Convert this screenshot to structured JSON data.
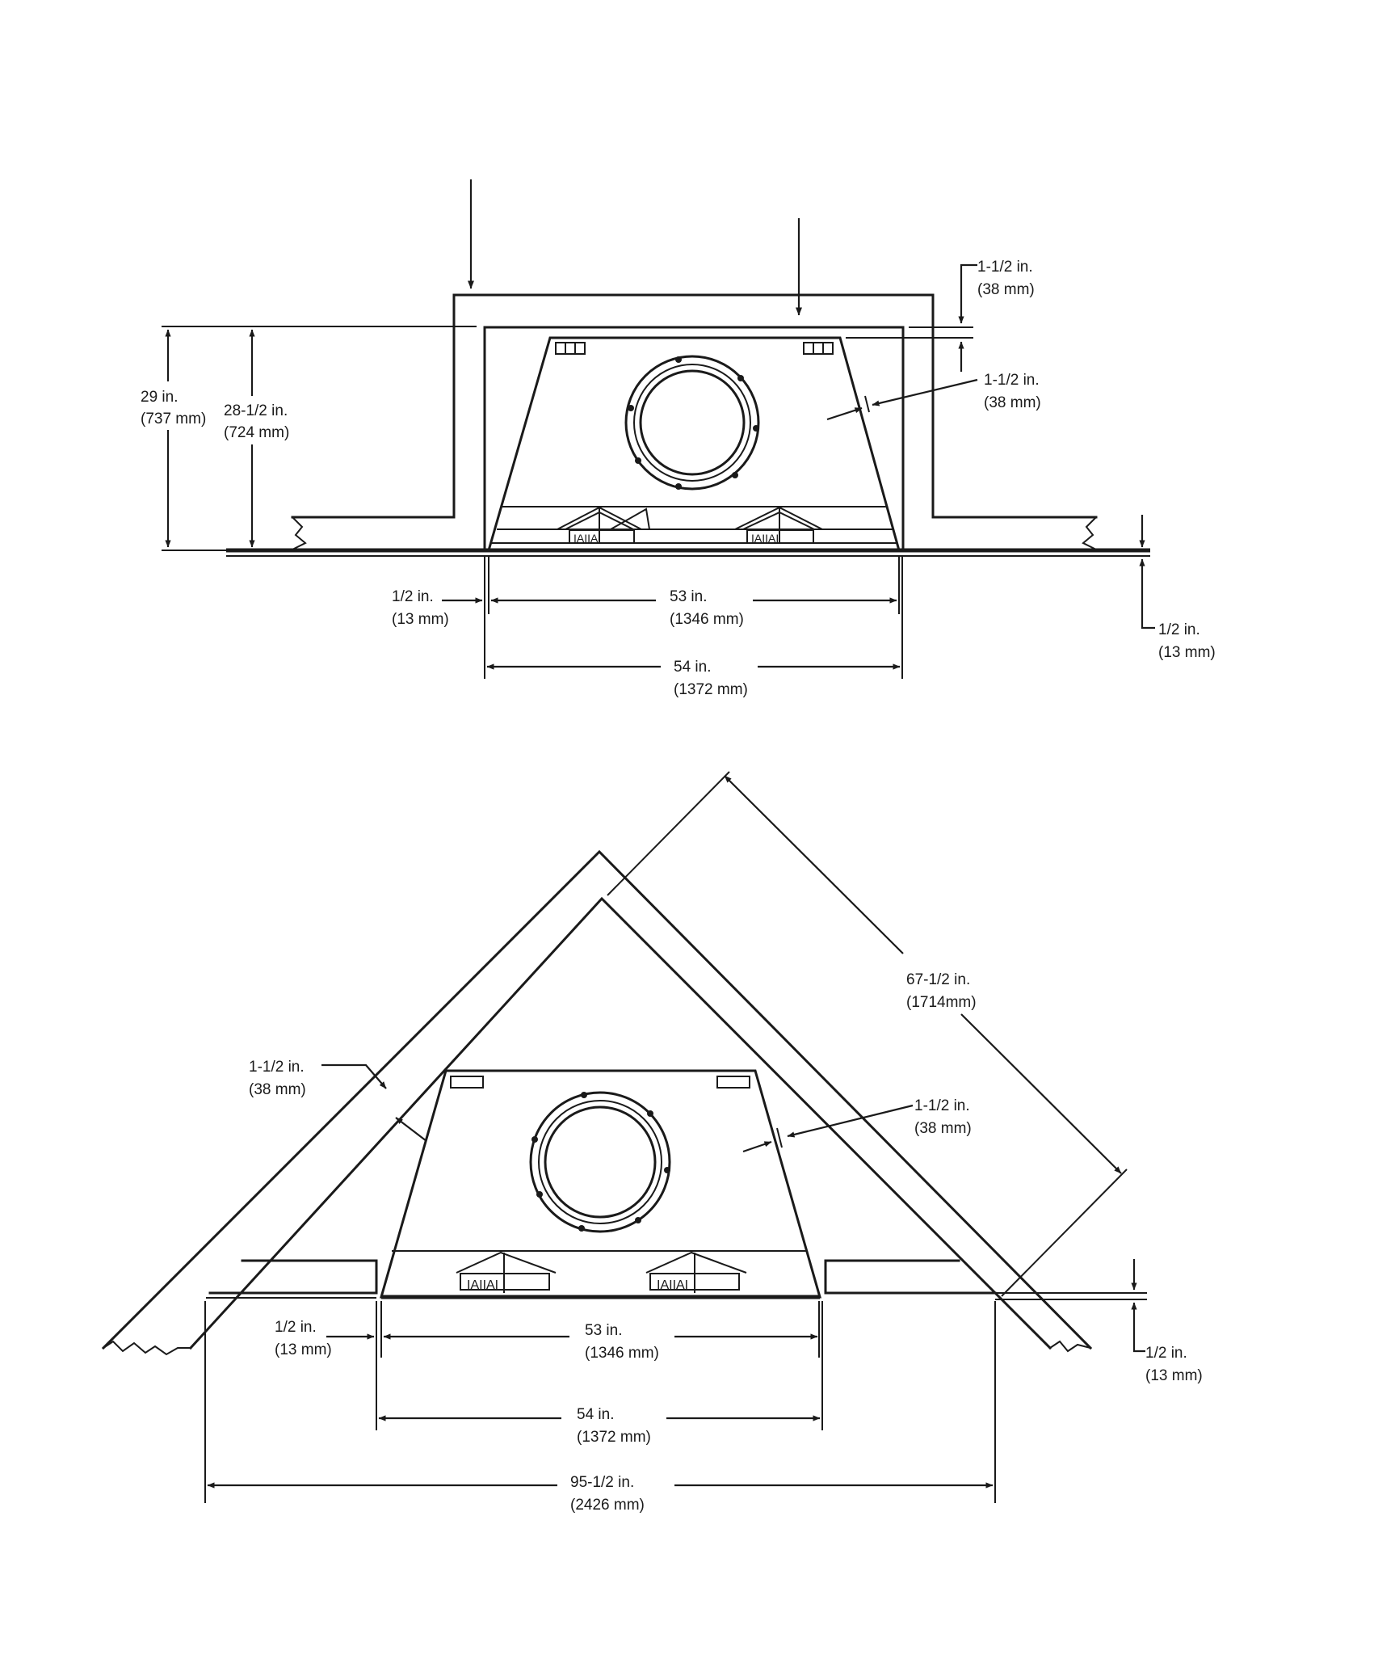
{
  "top_view": {
    "height_outer_in": "29 in.",
    "height_outer_mm": "(737 mm)",
    "height_inner_in": "28-1/2 in.",
    "height_inner_mm": "(724 mm)",
    "top_gap_in": "1-1/2 in.",
    "top_gap_mm": "(38 mm)",
    "side_gap_in": "1-1/2 in.",
    "side_gap_mm": "(38 mm)",
    "left_offset_in": "1/2 in.",
    "left_offset_mm": "(13 mm)",
    "inner_width_in": "53 in.",
    "inner_width_mm": "(1346 mm)",
    "outer_width_in": "54 in.",
    "outer_width_mm": "(1372 mm)",
    "floor_offset_in": "1/2 in.",
    "floor_offset_mm": "(13 mm)"
  },
  "bottom_view": {
    "diagonal_in": "67-1/2 in.",
    "diagonal_mm": "(1714mm)",
    "left_gap_in": "1-1/2 in.",
    "left_gap_mm": "(38 mm)",
    "right_gap_in": "1-1/2 in.",
    "right_gap_mm": "(38 mm)",
    "left_offset_in": "1/2 in.",
    "left_offset_mm": "(13 mm)",
    "inner_width_in": "53 in.",
    "inner_width_mm": "(1346 mm)",
    "outer_width_in": "54 in.",
    "outer_width_mm": "(1372 mm)",
    "floor_offset_in": "1/2 in.",
    "floor_offset_mm": "(13 mm)",
    "total_width_in": "95-1/2 in.",
    "total_width_mm": "(2426 mm)"
  },
  "icons": [
    "arrow-head-icon",
    "vent-flue-icon",
    "louver-icon"
  ]
}
